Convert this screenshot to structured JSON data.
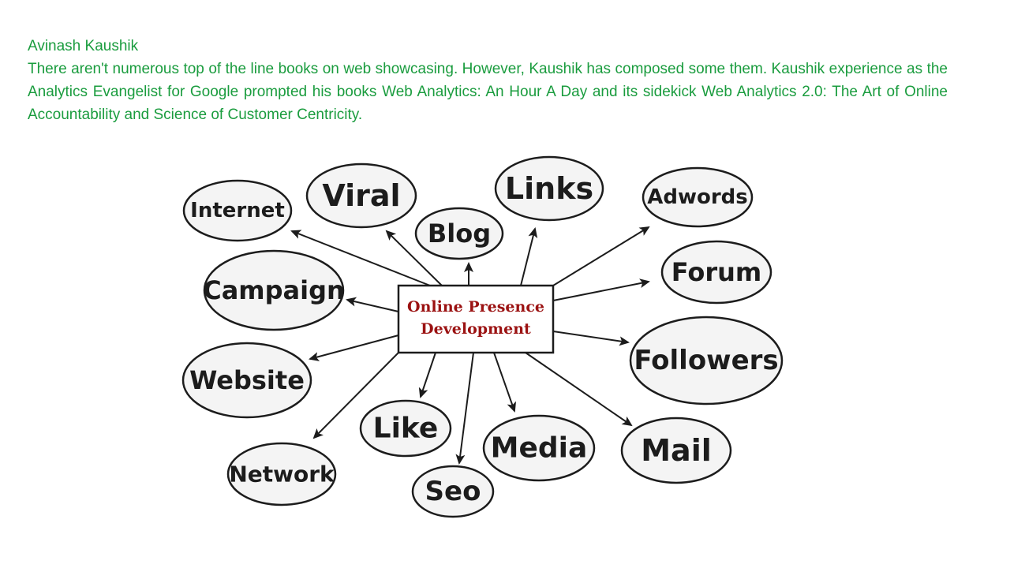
{
  "article": {
    "author": "Avinash Kaushik",
    "paragraph": "There aren't numerous top of the line books on web showcasing. However, Kaushik has composed some them. Kaushik experience as the Analytics Evangelist for Google prompted his books Web Analytics: An Hour A Day and its sidekick Web Analytics 2.0: The Art of Online Accountability and Science of Customer Centricity."
  },
  "diagram": {
    "center": {
      "line1": "Online Presence",
      "line2": "Development"
    },
    "nodes": [
      "Internet",
      "Viral",
      "Blog",
      "Links",
      "Adwords",
      "Campaign",
      "Forum",
      "Followers",
      "Website",
      "Like",
      "Media",
      "Mail",
      "Network",
      "Seo"
    ]
  },
  "colors": {
    "text_green": "#1a9c3e",
    "center_text": "#9b1212",
    "bubble_fill": "#f4f4f4",
    "stroke": "#1c1c1c"
  }
}
